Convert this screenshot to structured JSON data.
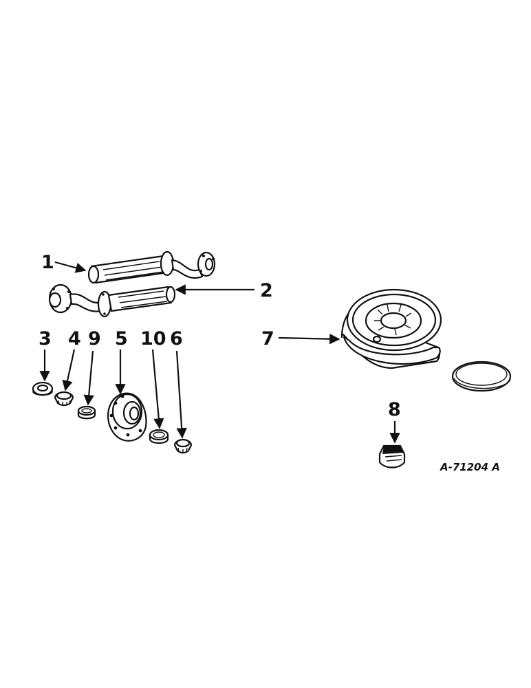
{
  "callouts": {
    "c1": "1",
    "c2": "2",
    "c3": "3",
    "c4": "4",
    "c9": "9",
    "c5": "5",
    "c10": "10",
    "c6": "6",
    "c7": "7",
    "c8": "8"
  },
  "reference_code": "A-71204 A"
}
